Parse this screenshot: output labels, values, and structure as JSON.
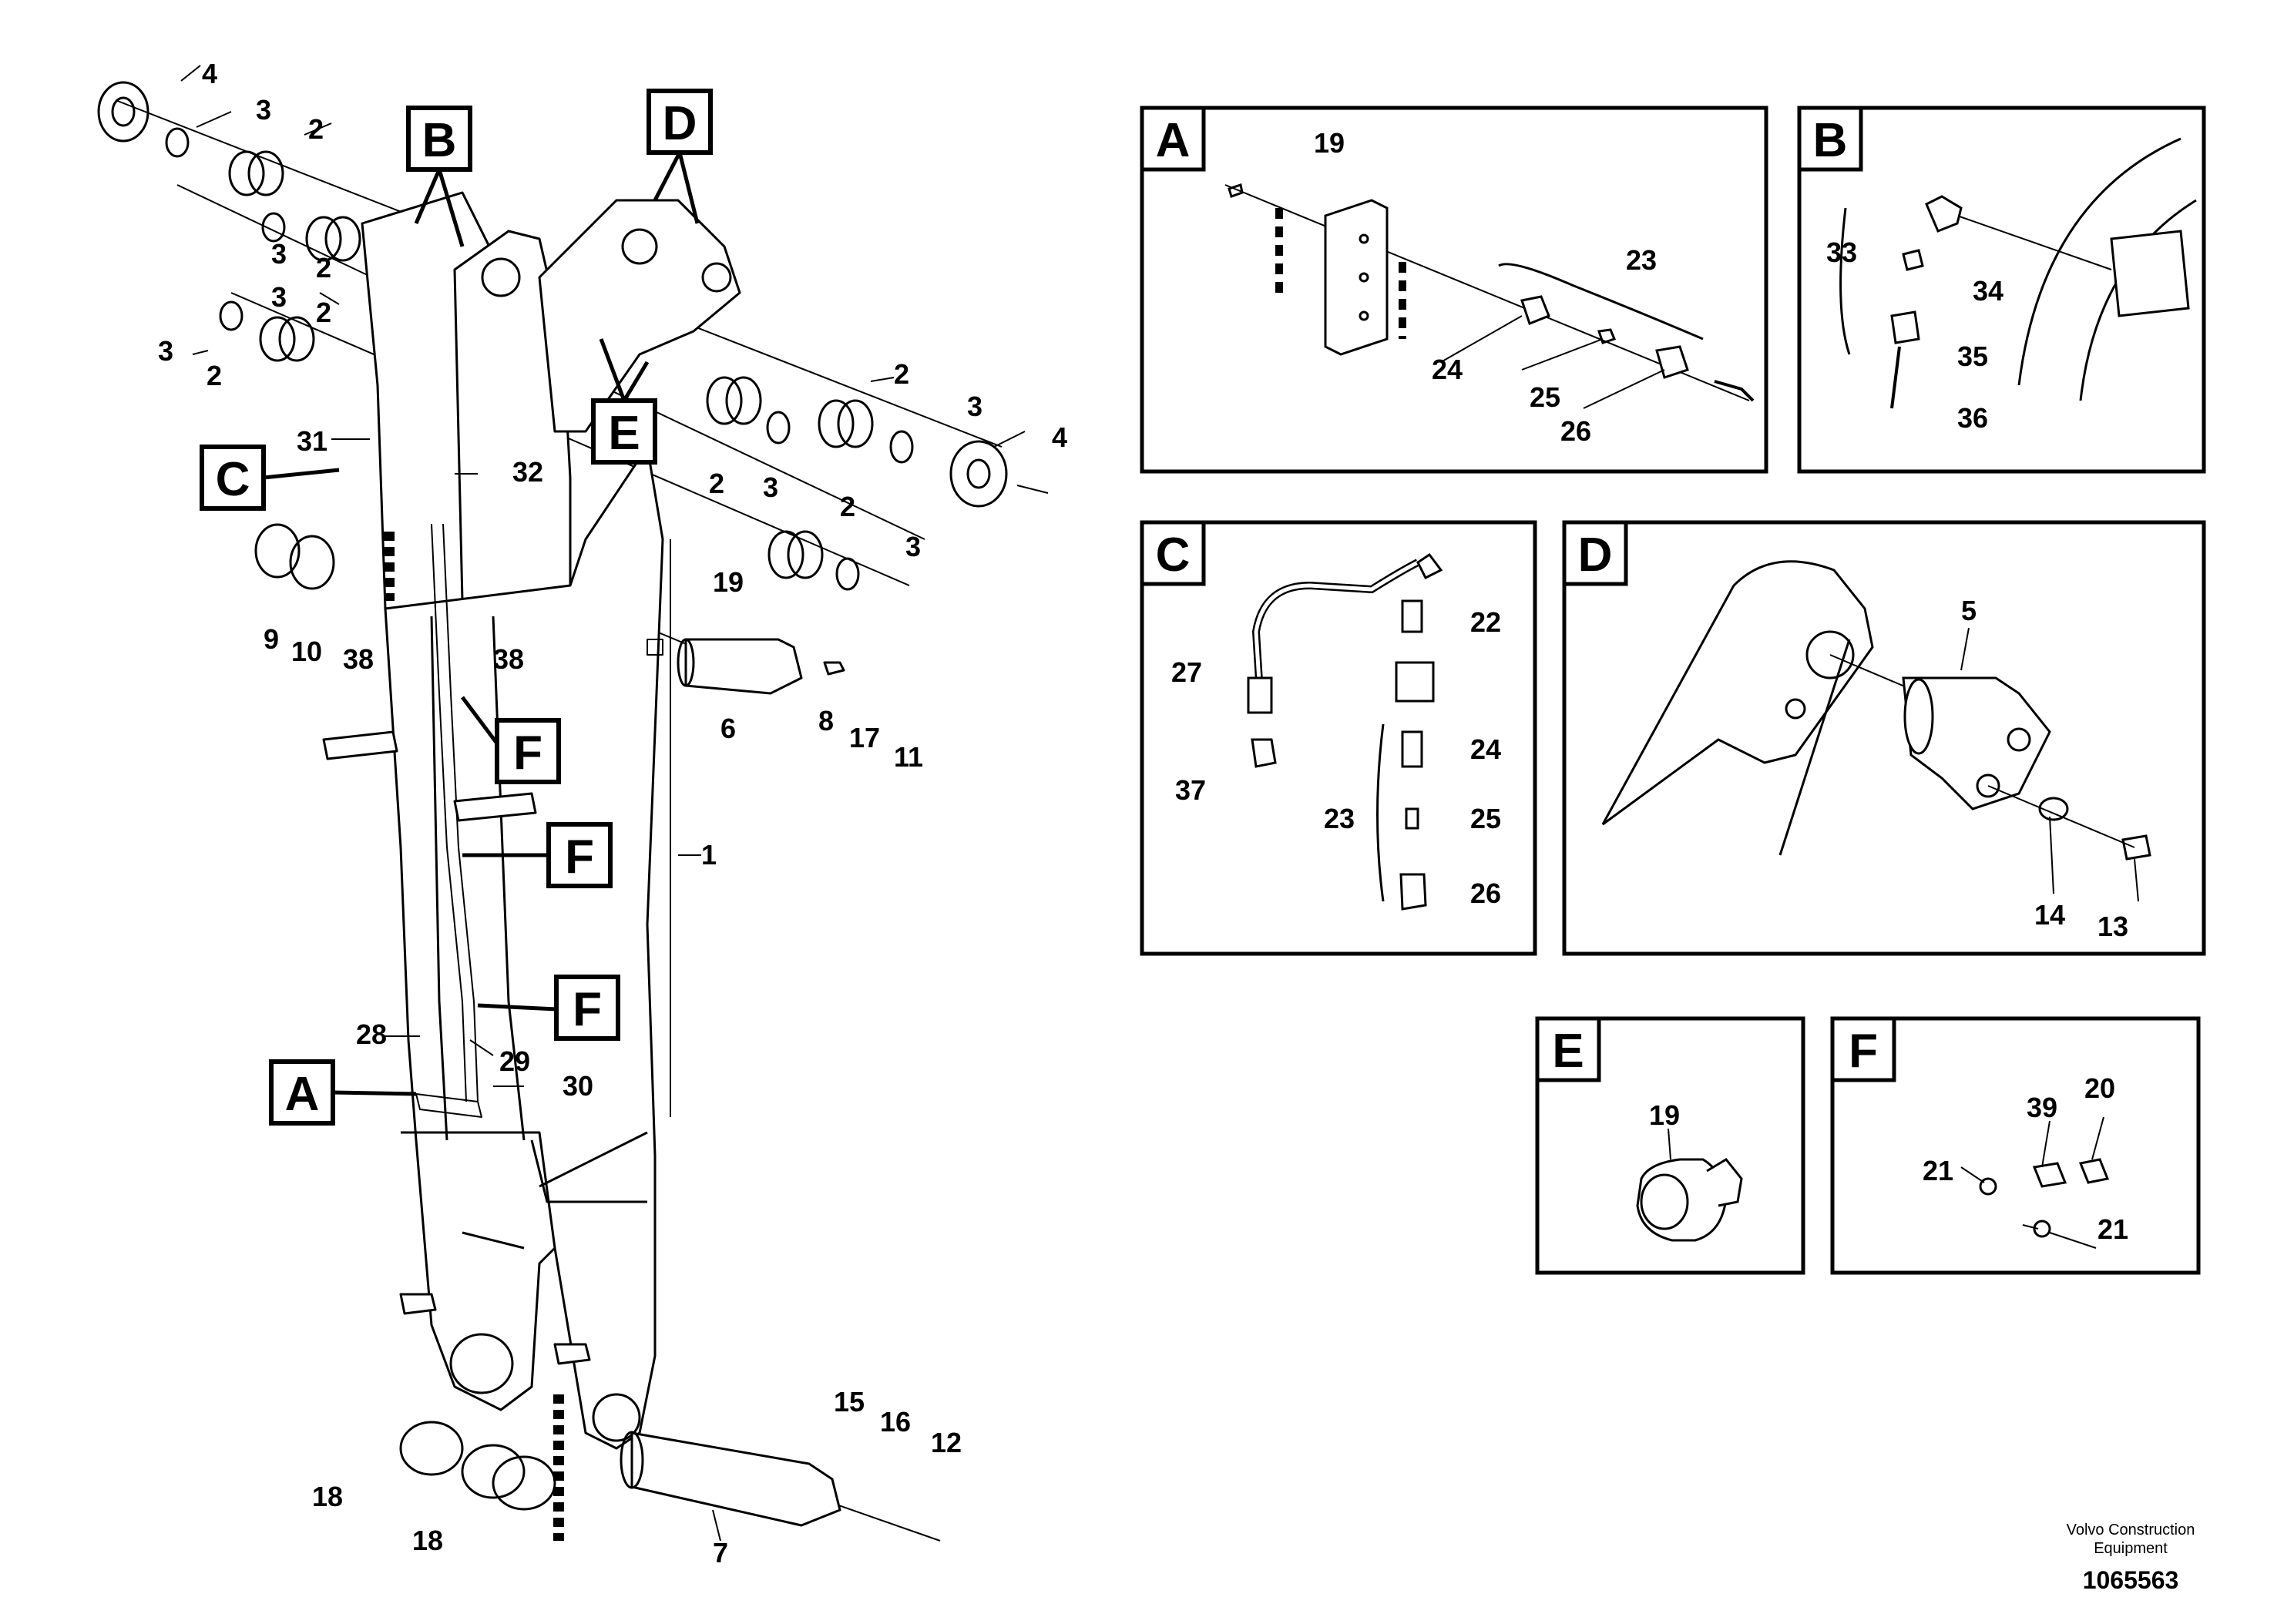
{
  "drawing_id": "1065563",
  "credit": [
    "Volvo Construction",
    "Equipment"
  ],
  "callouts": {
    "main": [
      "B",
      "D",
      "C",
      "E",
      "F",
      "F",
      "F",
      "A"
    ],
    "panel_A": "A",
    "panel_B": "B",
    "panel_C": "C",
    "panel_D": "D",
    "panel_E": "E",
    "panel_F": "F"
  },
  "part_labels": {
    "main": [
      "4",
      "3",
      "2",
      "3",
      "2",
      "3",
      "2",
      "3",
      "2",
      "31",
      "32",
      "2",
      "3",
      "4",
      "2",
      "3",
      "2",
      "3",
      "19",
      "9",
      "10",
      "38",
      "38",
      "6",
      "8",
      "17",
      "11",
      "1",
      "28",
      "29",
      "30",
      "15",
      "16",
      "12",
      "18",
      "18",
      "7"
    ],
    "panel_A": [
      "19",
      "23",
      "24",
      "25",
      "26"
    ],
    "panel_B": [
      "33",
      "34",
      "35",
      "36"
    ],
    "panel_C": [
      "22",
      "27",
      "24",
      "37",
      "23",
      "25",
      "26"
    ],
    "panel_D": [
      "5",
      "14",
      "13"
    ],
    "panel_E": [
      "19"
    ],
    "panel_F": [
      "39",
      "20",
      "21",
      "21"
    ]
  }
}
